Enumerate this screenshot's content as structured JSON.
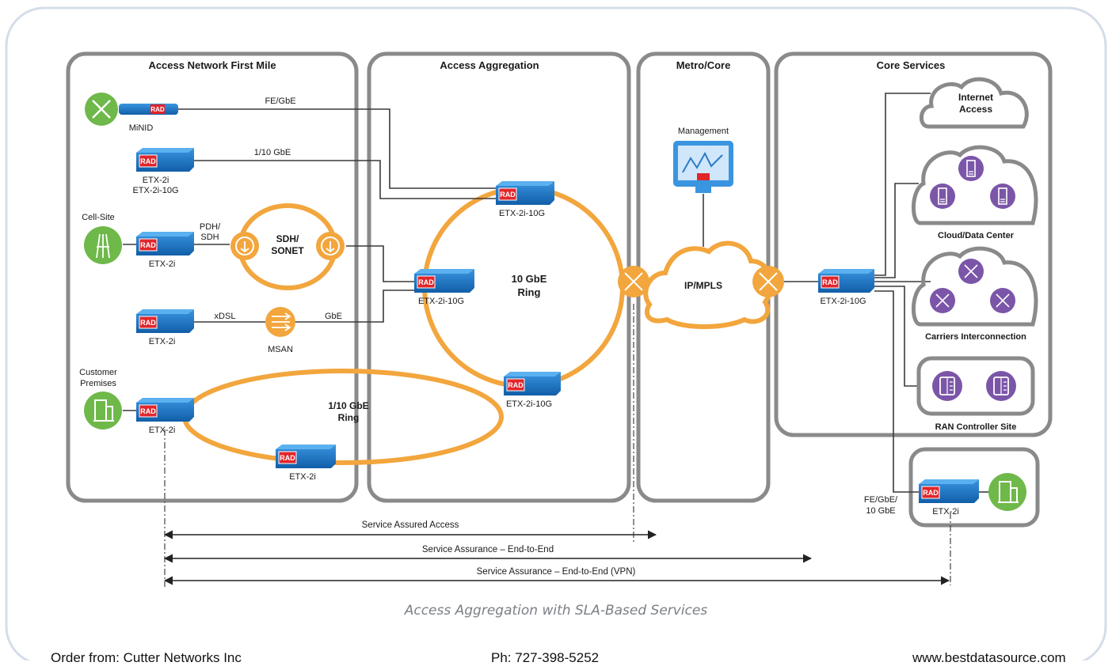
{
  "colors": {
    "accent": "#f2a63d",
    "device": "#1a73c8",
    "green": "#6fb84a",
    "purple": "#7b56a8",
    "zone": "#8a8a8a"
  },
  "zones": {
    "access": "Access Network First Mile",
    "aggregation": "Access Aggregation",
    "metro": "Metro/Core",
    "core": "Core Services"
  },
  "nodes": {
    "minid": "MiNID",
    "etx_top_a": "ETX-2i",
    "etx_top_b": "ETX-2i-10G",
    "cell_site": "Cell-Site",
    "etx_cell": "ETX-2i",
    "etx_xdsl": "ETX-2i",
    "msan": "MSAN",
    "customer": "Customer Premises",
    "etx_customer": "ETX-2i",
    "etx_ring": "ETX-2i",
    "agg_top": "ETX-2i-10G",
    "agg_left": "ETX-2i-10G",
    "agg_bottom": "ETX-2i-10G",
    "management": "Management",
    "ipmpls": "IP/MPLS",
    "core_etx": "ETX-2i-10G",
    "internet": "Internet Access",
    "cloud_dc": "Cloud/Data Center",
    "carriers": "Carriers Interconnection",
    "ran": "RAN Controller Site",
    "remote_etx": "ETX-2i"
  },
  "links": {
    "fe_gbe": "FE/GbE",
    "ten_gbe": "1/10 GbE",
    "pdh_sdh": "PDH/ SDH",
    "sdh_sonet": "SDH/ SONET",
    "xdsl": "xDSL",
    "gbe": "GbE",
    "ring10": "10 GbE Ring",
    "ring1": "1/10 GbE Ring",
    "remote": "FE/GbE/ 10 GbE"
  },
  "badge": "RAD",
  "spans": {
    "access": "Service Assured Access",
    "e2e": "Service Assurance – End-to-End",
    "vpn": "Service Assurance – End-to-End (VPN)"
  },
  "caption": "Access Aggregation with SLA-Based Services",
  "footer": {
    "left": "Order from: Cutter Networks Inc",
    "center": "Ph: 727-398-5252",
    "right": "www.bestdatasource.com"
  }
}
